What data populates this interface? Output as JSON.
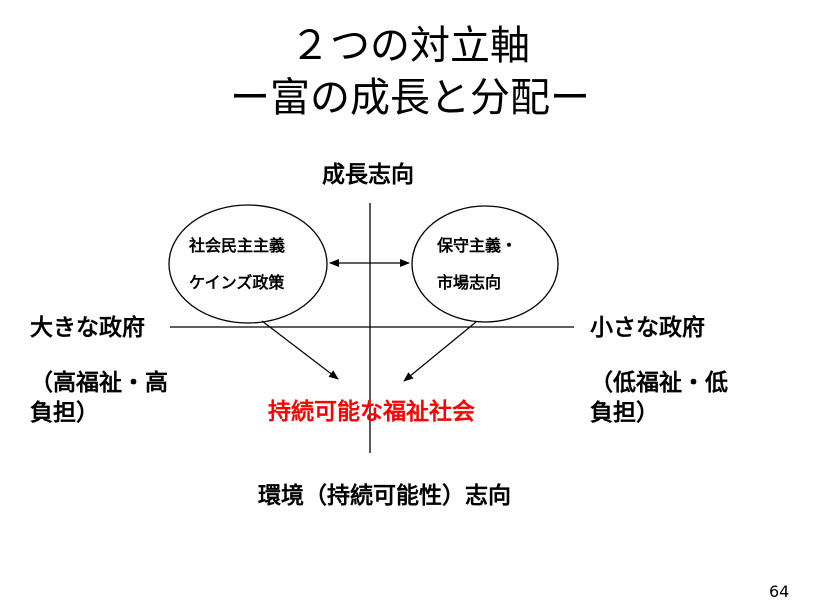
{
  "slide": {
    "title_line1": "２つの対立軸",
    "title_line2": "ー富の成長と分配ー",
    "page_number": "64"
  },
  "axes": {
    "top": "成長志向",
    "bottom": "環境（持続可能性）志向",
    "left": "大きな政府",
    "left_sub_line1": "（高福祉・高",
    "left_sub_line2": "負担）",
    "right": "小さな政府",
    "right_sub_line1": "（低福祉・低",
    "right_sub_line2": "負担）"
  },
  "ellipses": {
    "left_line1": "社会民主主義",
    "left_line2": "ケインズ政策",
    "right_line1": "保守主義・",
    "right_line2": "市場志向"
  },
  "center": {
    "label": "持続可能な福祉社会",
    "color": "#ff0000"
  }
}
